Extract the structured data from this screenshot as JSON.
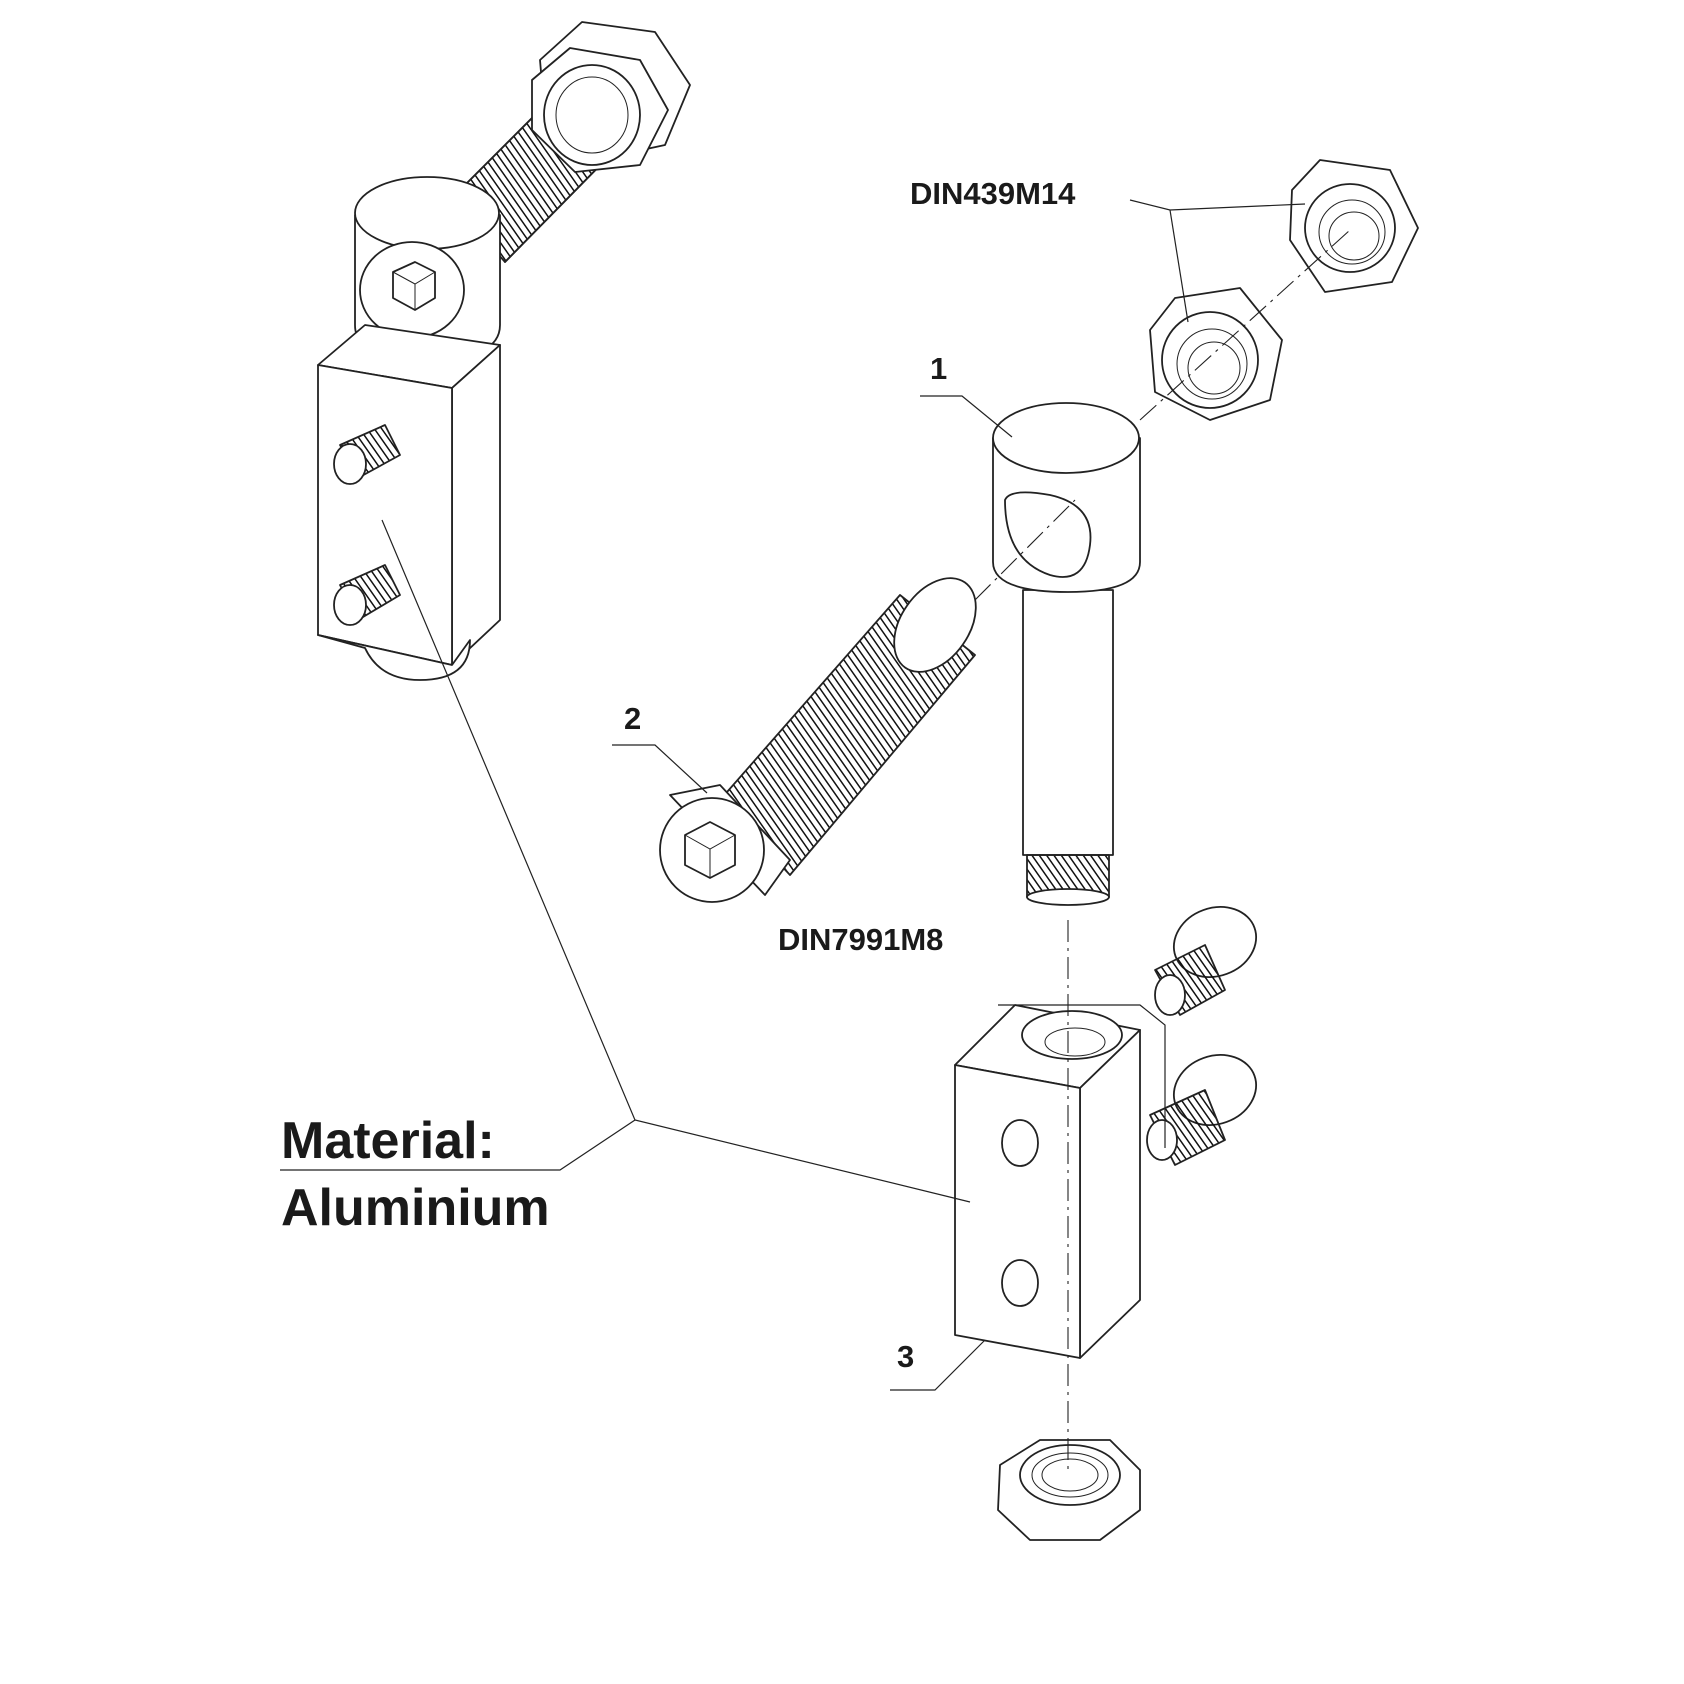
{
  "labels": {
    "din439": "DIN439M14",
    "din7991": "DIN7991M8",
    "part1": "1",
    "part2": "2",
    "part3": "3",
    "material_line1": "Material:",
    "material_line2": "Aluminium"
  },
  "colors": {
    "line": "#222222",
    "text": "#1a1a1a",
    "background": "#ffffff"
  }
}
